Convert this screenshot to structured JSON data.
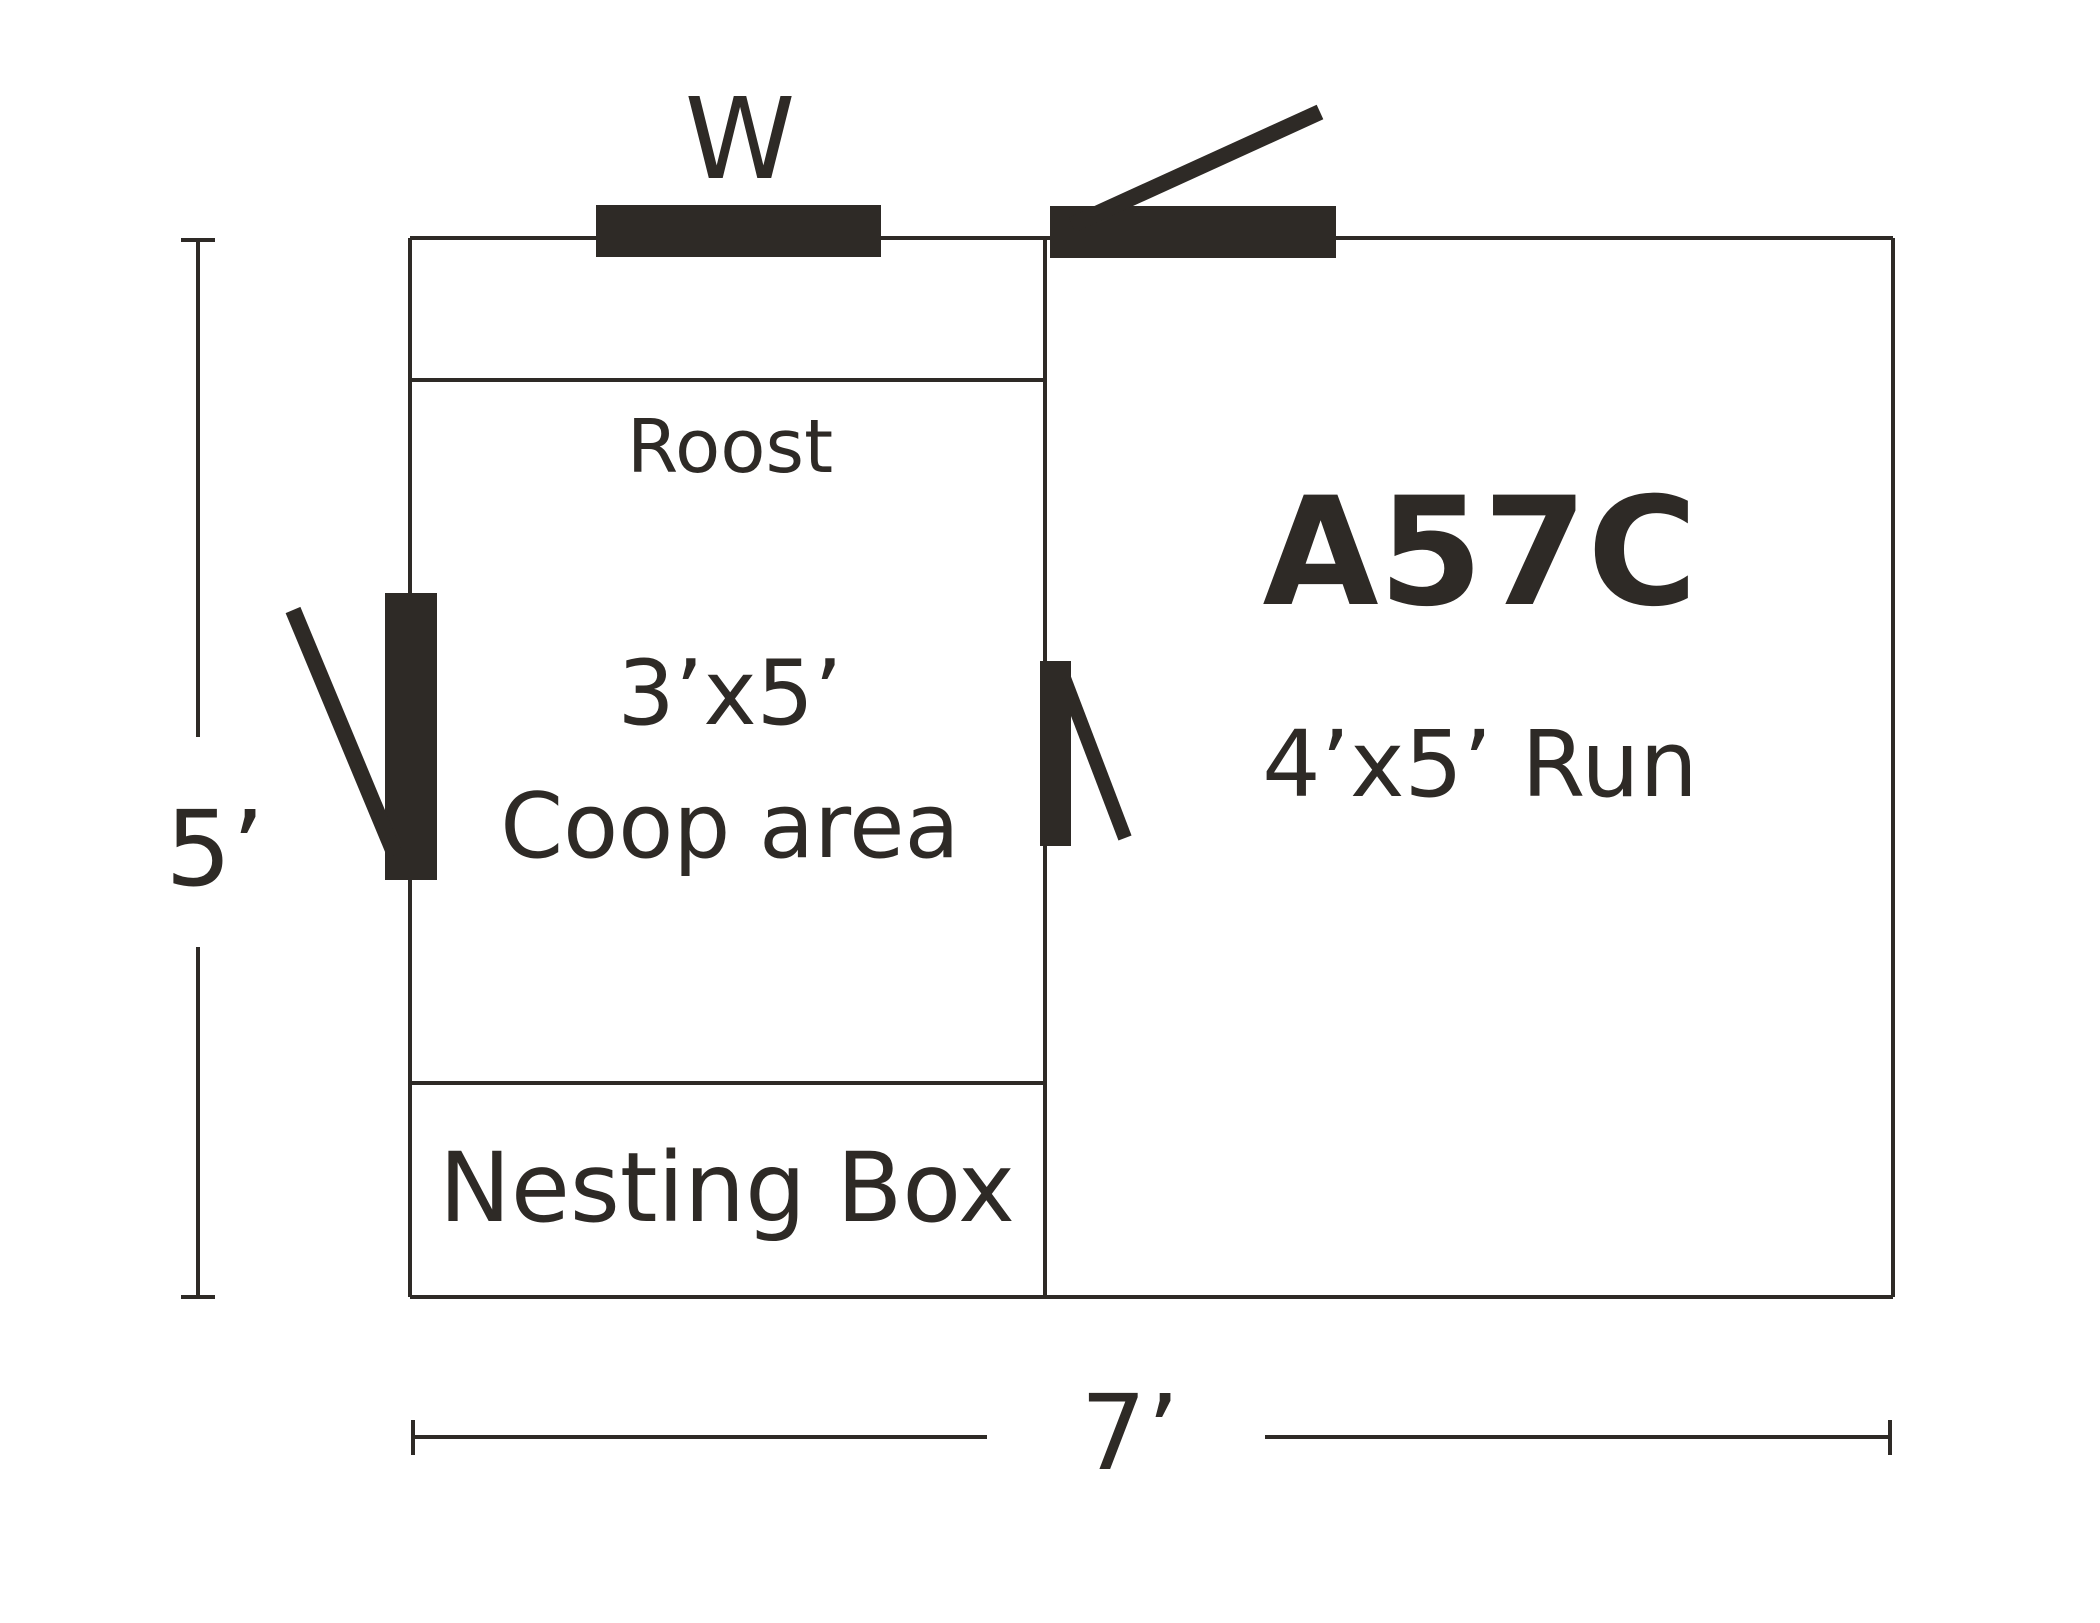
{
  "model": "A57C",
  "colors": {
    "ink": "#2e2a26",
    "background": "#ffffff"
  },
  "labels": {
    "window": "W",
    "roost": "Roost",
    "coop_size": "3’x5’",
    "coop_area": "Coop area",
    "run_size": "4’x5’ Run",
    "nesting_box": "Nesting Box",
    "depth_dimension": "5’",
    "width_dimension": "7’"
  },
  "doors": [
    {
      "name": "top-run-door",
      "icon": "door-swing-icon"
    },
    {
      "name": "left-coop-door",
      "icon": "door-swing-icon"
    },
    {
      "name": "divider-pop-door",
      "icon": "door-swing-icon"
    }
  ]
}
